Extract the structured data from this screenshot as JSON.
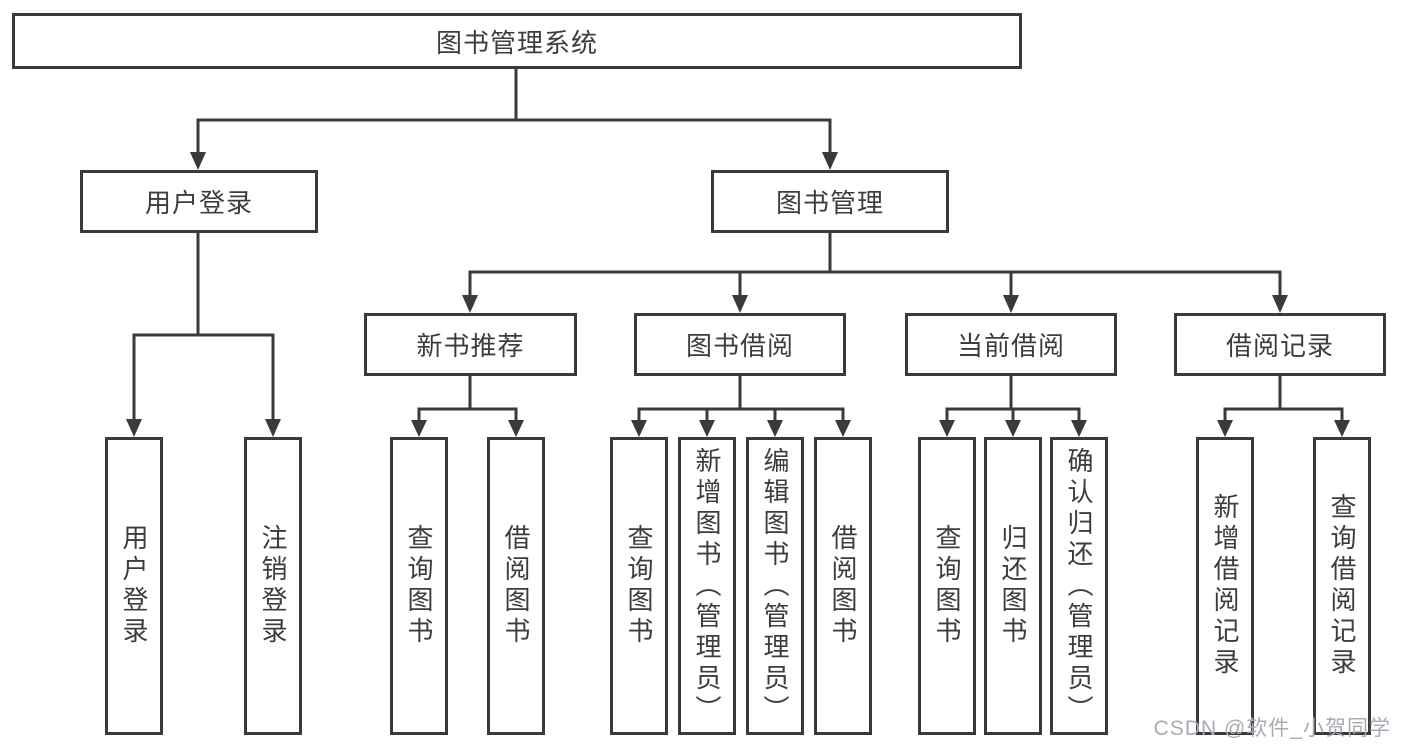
{
  "diagram": {
    "root": {
      "label": "图书管理系统"
    },
    "branches": [
      {
        "label": "用户登录",
        "children": [
          {
            "label": "用户登录"
          },
          {
            "label": "注销登录"
          }
        ]
      },
      {
        "label": "图书管理",
        "children": [
          {
            "label": "新书推荐",
            "children": [
              {
                "label": "查询图书"
              },
              {
                "label": "借阅图书"
              }
            ]
          },
          {
            "label": "图书借阅",
            "children": [
              {
                "label": "查询图书"
              },
              {
                "label": "新增图书（管理员）"
              },
              {
                "label": "编辑图书（管理员）"
              },
              {
                "label": "借阅图书"
              }
            ]
          },
          {
            "label": "当前借阅",
            "children": [
              {
                "label": "查询图书"
              },
              {
                "label": "归还图书"
              },
              {
                "label": "确认归还（管理员）"
              }
            ]
          },
          {
            "label": "借阅记录",
            "children": [
              {
                "label": "新增借阅记录"
              },
              {
                "label": "查询借阅记录"
              }
            ]
          }
        ]
      }
    ]
  },
  "watermark": {
    "text": "CSDN @软件_小贺同学"
  },
  "colors": {
    "line": "#3a3a3a",
    "text": "#3d3d3d",
    "watermark": "#a8abb3",
    "bg": "#ffffff"
  }
}
